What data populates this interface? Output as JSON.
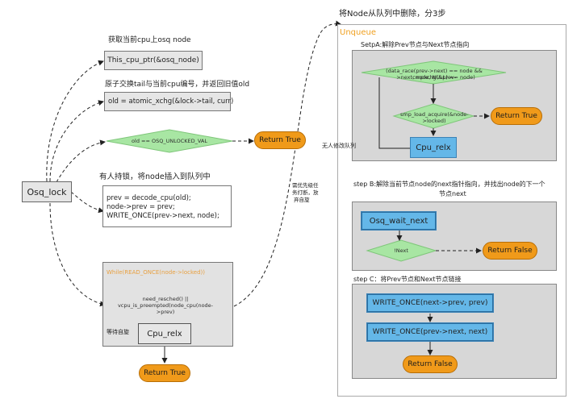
{
  "left": {
    "start_label": "Osq_lock",
    "step1_caption": "获取当前cpu上osq node",
    "step1_code": "This_cpu_ptr(&osq_node)",
    "step2_caption": "原子交换tail与当前cpu编号，并返回旧值old",
    "step2_code": "old = atomic_xchg(&lock->tail, curr)",
    "decision1": "old == OSQ_UNLOCKED_VAL",
    "return_true_1": "Return True",
    "step3_caption": "有人持锁，将node插入到队列中",
    "step3_code": [
      "prev = decode_cpu(old);",
      "node->prev = prev;",
      "WRITE_ONCE(prev->next, node);"
    ],
    "while_label": "While(READ_ONCE(node->locked))",
    "decision2": [
      "need_resched() ||",
      "vcpu_is_preempted(node_cpu(node->prev)"
    ],
    "wait_label": "等待自旋",
    "cpu_relx": "Cpu_relx",
    "return_true_2": "Return True",
    "edge_note": [
      "需优先级任",
      "务打断，放",
      "弃自旋"
    ]
  },
  "right": {
    "title": "将Node从队列中删除，分3步",
    "frame_title": "Unqueue",
    "stepA_caption": "SetpA:解除Prev节点与Next节点指向",
    "stepA_decision": [
      "(data_race(prev->next) == node && cmpxchg(&prev-",
      ">next, node, NULL) == node)"
    ],
    "stepA_decision2": [
      "smp_load_acquire(&node-",
      ">locked)"
    ],
    "stepA_return": "Return True",
    "stepA_cpu": "Cpu_relx",
    "side_note": "无人修改队列",
    "stepB_caption": [
      "step B:解除当前节点node的next指针指向，并找出node的下一个",
      "节点next"
    ],
    "stepB_wait": "Osq_wait_next",
    "stepB_decision": "!Next",
    "stepB_return": "Return False",
    "stepC_caption": "step C：将Prev节点和Next节点链接",
    "stepC_write1": "WRITE_ONCE(next->prev, prev)",
    "stepC_write2": "WRITE_ONCE(prev->next, next)",
    "stepC_return": "Return False"
  },
  "colors": {
    "decision_fill": "#a8e6a3",
    "process_blue": "#64b7e8",
    "terminal_orange": "#f09a1a",
    "frame_title": "#f0a020",
    "panel_gray": "#d7d7d7"
  }
}
